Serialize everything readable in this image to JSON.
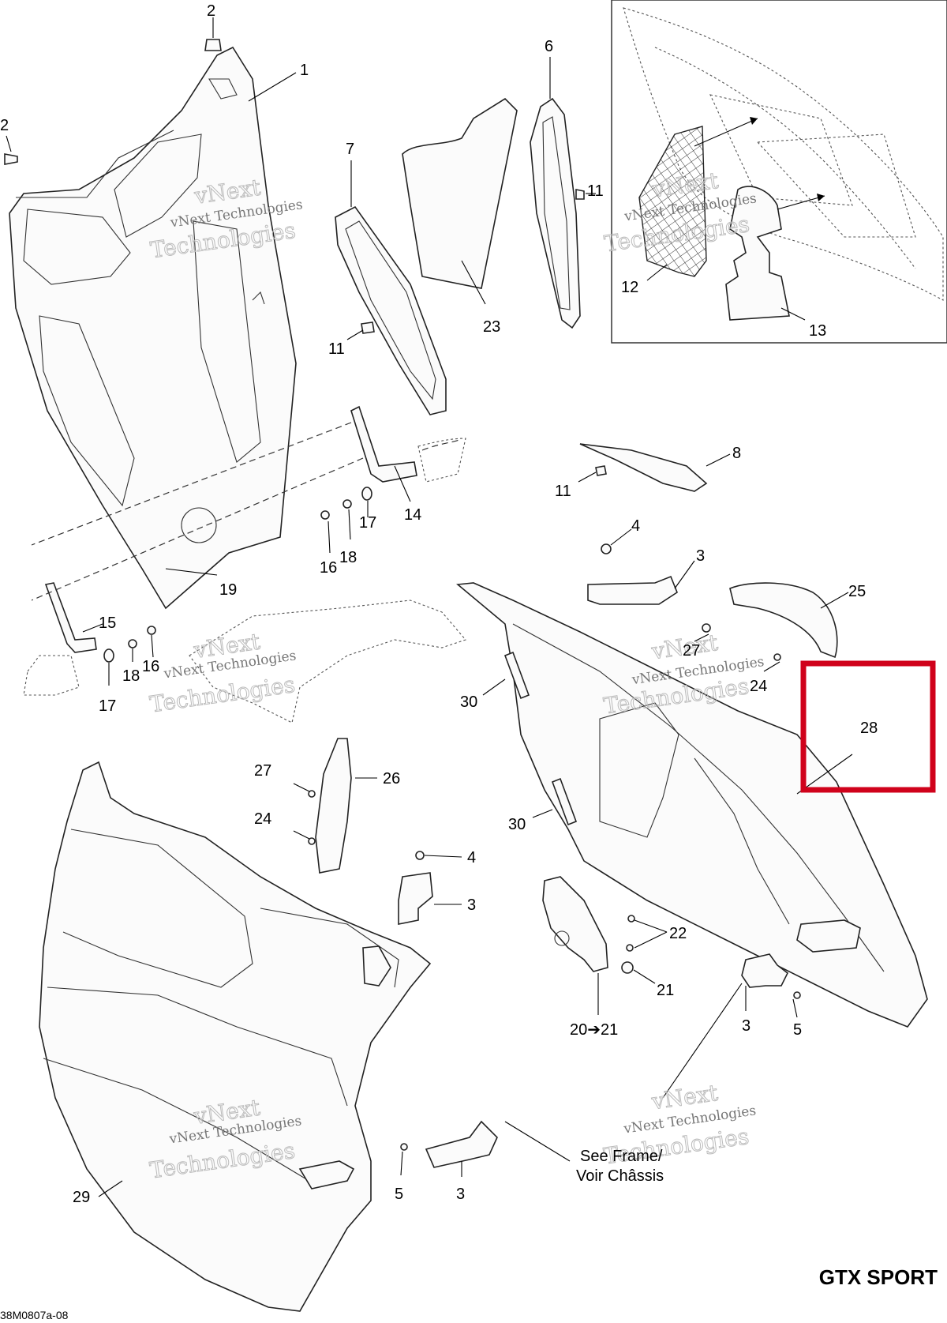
{
  "callouts": {
    "c1": "1",
    "c2a": "2",
    "c2b": "2",
    "c3a": "3",
    "c3b": "3",
    "c3c": "3",
    "c3d": "3",
    "c4a": "4",
    "c4b": "4",
    "c5a": "5",
    "c5b": "5",
    "c6": "6",
    "c7": "7",
    "c8": "8",
    "c11a": "11",
    "c11b": "11",
    "c11c": "11",
    "c12": "12",
    "c13": "13",
    "c14": "14",
    "c15": "15",
    "c16a": "16",
    "c16b": "16",
    "c17a": "17",
    "c17b": "17",
    "c18a": "18",
    "c18b": "18",
    "c19": "19",
    "c20": "20➔21",
    "c21": "21",
    "c22": "22",
    "c23": "23",
    "c24a": "24",
    "c24b": "24",
    "c25": "25",
    "c26": "26",
    "c27a": "27",
    "c27b": "27",
    "c28": "28",
    "c29": "29",
    "c30a": "30",
    "c30b": "30"
  },
  "watermark": {
    "line1": "vNext Technologies",
    "big1": "vNext",
    "big2": "Technologies"
  },
  "see_frame": {
    "line1": "See Frame/",
    "line2": "Voir Châssis"
  },
  "model_label": "GTX SPORT",
  "drawing_code": "38M0807a-08",
  "highlight_color": "#d0021b"
}
